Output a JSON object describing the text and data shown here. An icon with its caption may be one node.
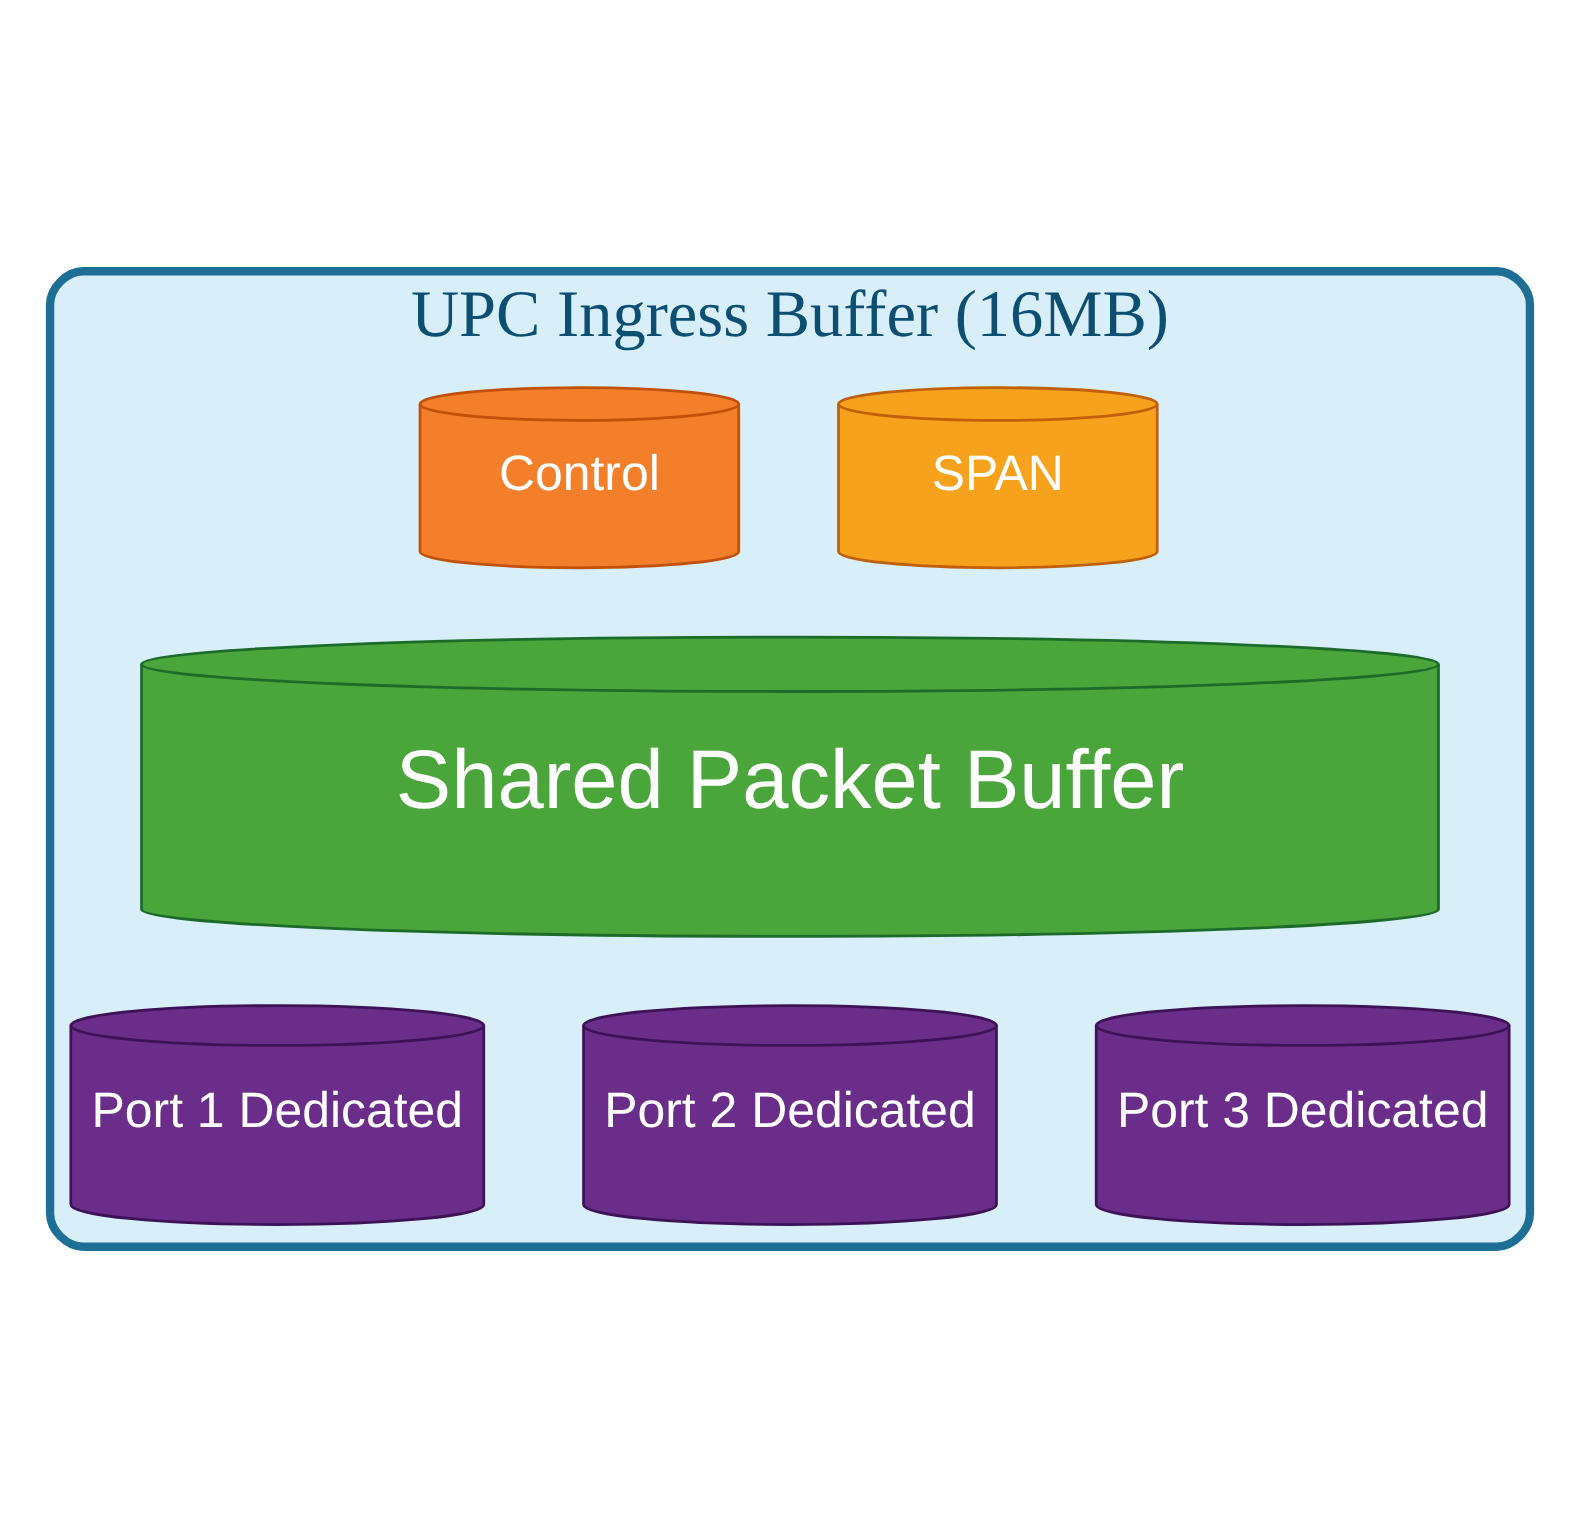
{
  "diagram": {
    "nodes": [
      {
        "text": [
          "UPC Ingress Buffer (16MB)"
        ]
      },
      {
        "text": [
          "SPAN"
        ],
        "in": 0
      },
      {
        "text": [
          "Control"
        ],
        "in": 0
      },
      {
        "text": [
          "Shared Packet Buffer"
        ],
        "in": 0
      },
      {
        "text": [
          "Port 1 Dedicated"
        ],
        "in": 0
      },
      {
        "text": [
          "Port 2 Dedicated"
        ],
        "in": 0
      },
      {
        "text": [
          "Port 3 Dedicated"
        ],
        "in": 0
      }
    ],
    "edges": []
  }
}
